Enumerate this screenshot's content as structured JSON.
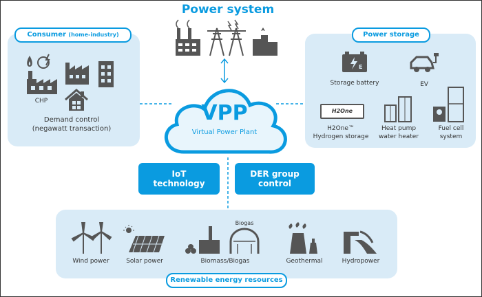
{
  "title": "Power system",
  "consumer": {
    "label_main": "Consumer",
    "label_sub": "(home-industry)",
    "chp_label": "CHP",
    "demand_control": "Demand control",
    "negawatt": "(negawatt transaction)"
  },
  "storage": {
    "label": "Power storage",
    "battery": "Storage battery",
    "ev": "EV",
    "h2one_logo": "H2One",
    "h2one_line1": "H2One™",
    "h2one_line2": "Hydrogen storage",
    "heatpump_line1": "Heat pump",
    "heatpump_line2": "water heater",
    "fuelcell_line1": "Fuel cell",
    "fuelcell_line2": "system"
  },
  "vpp": {
    "big": "VPP",
    "sub": "Virtual Power Plant"
  },
  "buttons": {
    "iot_line1": "IoT",
    "iot_line2": "technology",
    "der_line1": "DER group",
    "der_line2": "control"
  },
  "renewable": {
    "label": "Renewable energy resources",
    "wind": "Wind power",
    "solar": "Solar power",
    "biomass": "Biomass/Biogas",
    "biogas_tag": "Biogas",
    "geothermal": "Geothermal",
    "hydro": "Hydropower"
  },
  "colors": {
    "accent": "#0a9be0",
    "panel": "#d9ebf7",
    "icon": "#555555"
  }
}
